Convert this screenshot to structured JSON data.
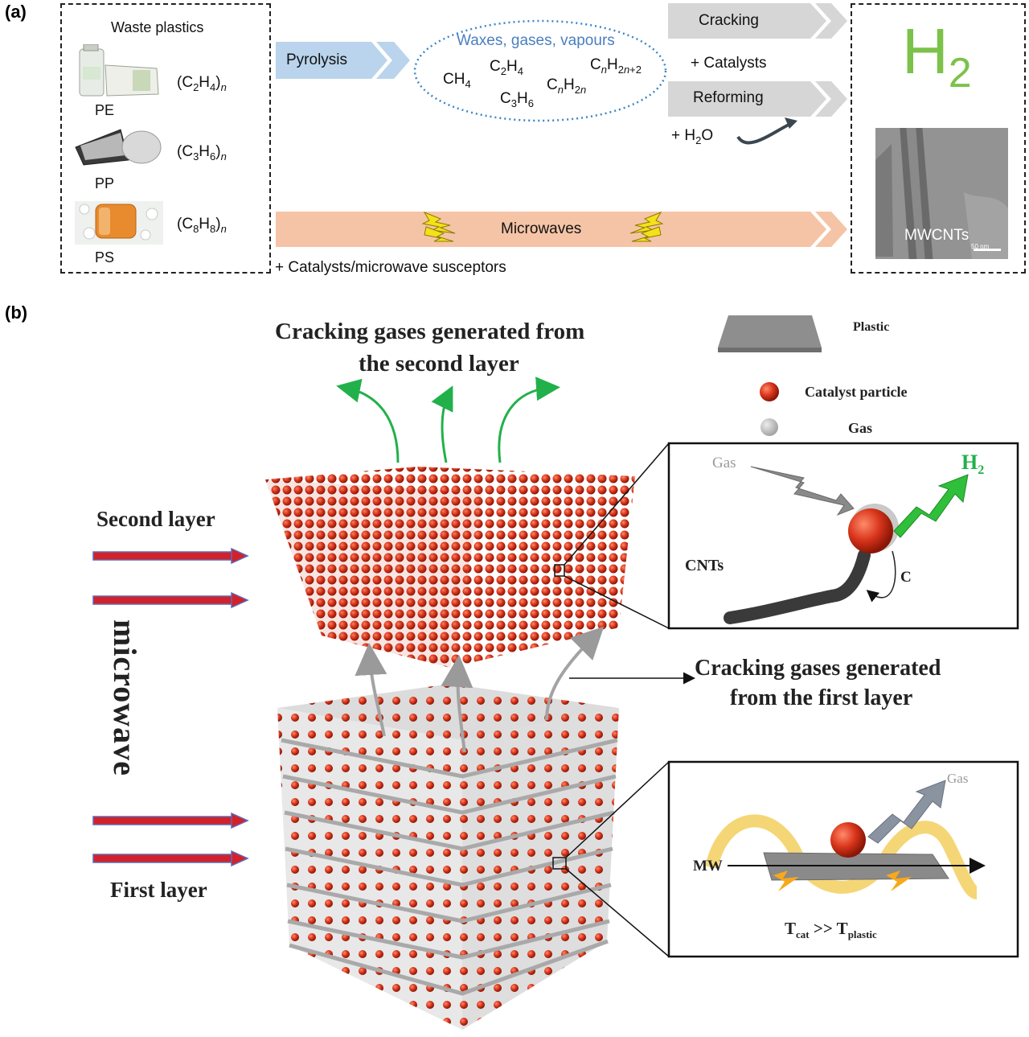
{
  "panel_a": {
    "letter": "(a)",
    "waste_title": "Waste plastics",
    "plastics": [
      {
        "name": "PE",
        "formula_main": "(C",
        "f1": "2",
        "mid": "H",
        "f2": "4",
        "close": ")",
        "n": "n"
      },
      {
        "name": "PP",
        "formula_main": "(C",
        "f1": "3",
        "mid": "H",
        "f2": "6",
        "close": ")",
        "n": "n"
      },
      {
        "name": "PS",
        "formula_main": "(C",
        "f1": "8",
        "mid": "H",
        "f2": "8",
        "close": ")",
        "n": "n"
      }
    ],
    "pyrolysis": "Pyrolysis",
    "products_title": "Waxes, gases, vapours",
    "cracking": "Cracking",
    "plus_catalysts": "+ Catalysts",
    "reforming": "Reforming",
    "plus_h2o": "+ H",
    "plus_h2o_sub": "2",
    "plus_h2o_end": "O",
    "microwaves": "Microwaves",
    "susceptors": "+ Catalysts/microwave susceptors",
    "h2_main": "H",
    "h2_sub": "2",
    "mwcnts": "MWCNTs",
    "scale": "50 nm"
  },
  "panel_b": {
    "letter": "(b)",
    "top_title_1": "Cracking gases generated from",
    "top_title_2": "the second layer",
    "legend": {
      "plastic": "Plastic",
      "catalyst": "Catalyst particle",
      "gas": "Gas"
    },
    "second_layer": "Second layer",
    "first_layer": "First layer",
    "microwave": "microwave",
    "first_gases_1": "Cracking gases generated",
    "first_gases_2": "from the first layer",
    "inset_top": {
      "gas": "Gas",
      "h2": "H",
      "h2_sub": "2",
      "cnts": "CNTs",
      "c": "C"
    },
    "inset_bottom": {
      "gas": "Gas",
      "mw": "MW",
      "temp_t1": "T",
      "temp_cat": "cat",
      "temp_mid": " >> T",
      "temp_plastic": "plastic"
    }
  },
  "colors": {
    "blue_arrow": "#b9d4ec",
    "grey_arrow": "#d6d6d6",
    "orange_arrow": "#f5c4a6",
    "h2_green": "#7cc24a",
    "blue_text": "#4a7fc0",
    "catalyst_red": "#d23a1e",
    "gas_arrow_green": "#22b04a"
  }
}
